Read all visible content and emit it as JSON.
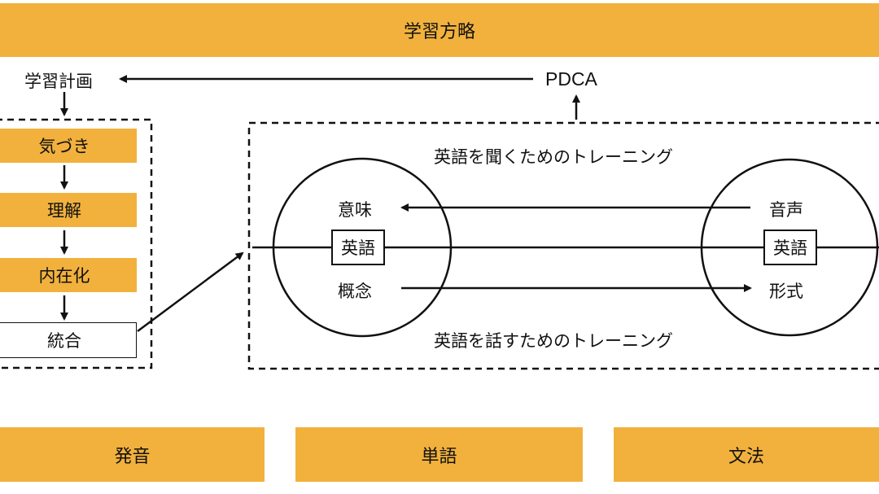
{
  "header": {
    "title": "学習方略"
  },
  "plan": {
    "label": "学習計画",
    "feedback": "PDCA"
  },
  "steps": [
    {
      "label": "気づき",
      "highlighted": true
    },
    {
      "label": "理解",
      "highlighted": true
    },
    {
      "label": "内在化",
      "highlighted": true
    },
    {
      "label": "統合",
      "highlighted": false
    }
  ],
  "training": {
    "listening": "英語を聞くためのトレーニング",
    "speaking": "英語を話すためのトレーニング",
    "left_circle": {
      "top": "意味",
      "center": "英語",
      "bottom": "概念"
    },
    "right_circle": {
      "top": "音声",
      "center": "英語",
      "bottom": "形式"
    }
  },
  "foundations": [
    "発音",
    "単語",
    "文法"
  ],
  "colors": {
    "accent": "#F2B13D",
    "line": "#111111",
    "background": "#FFFFFF"
  }
}
